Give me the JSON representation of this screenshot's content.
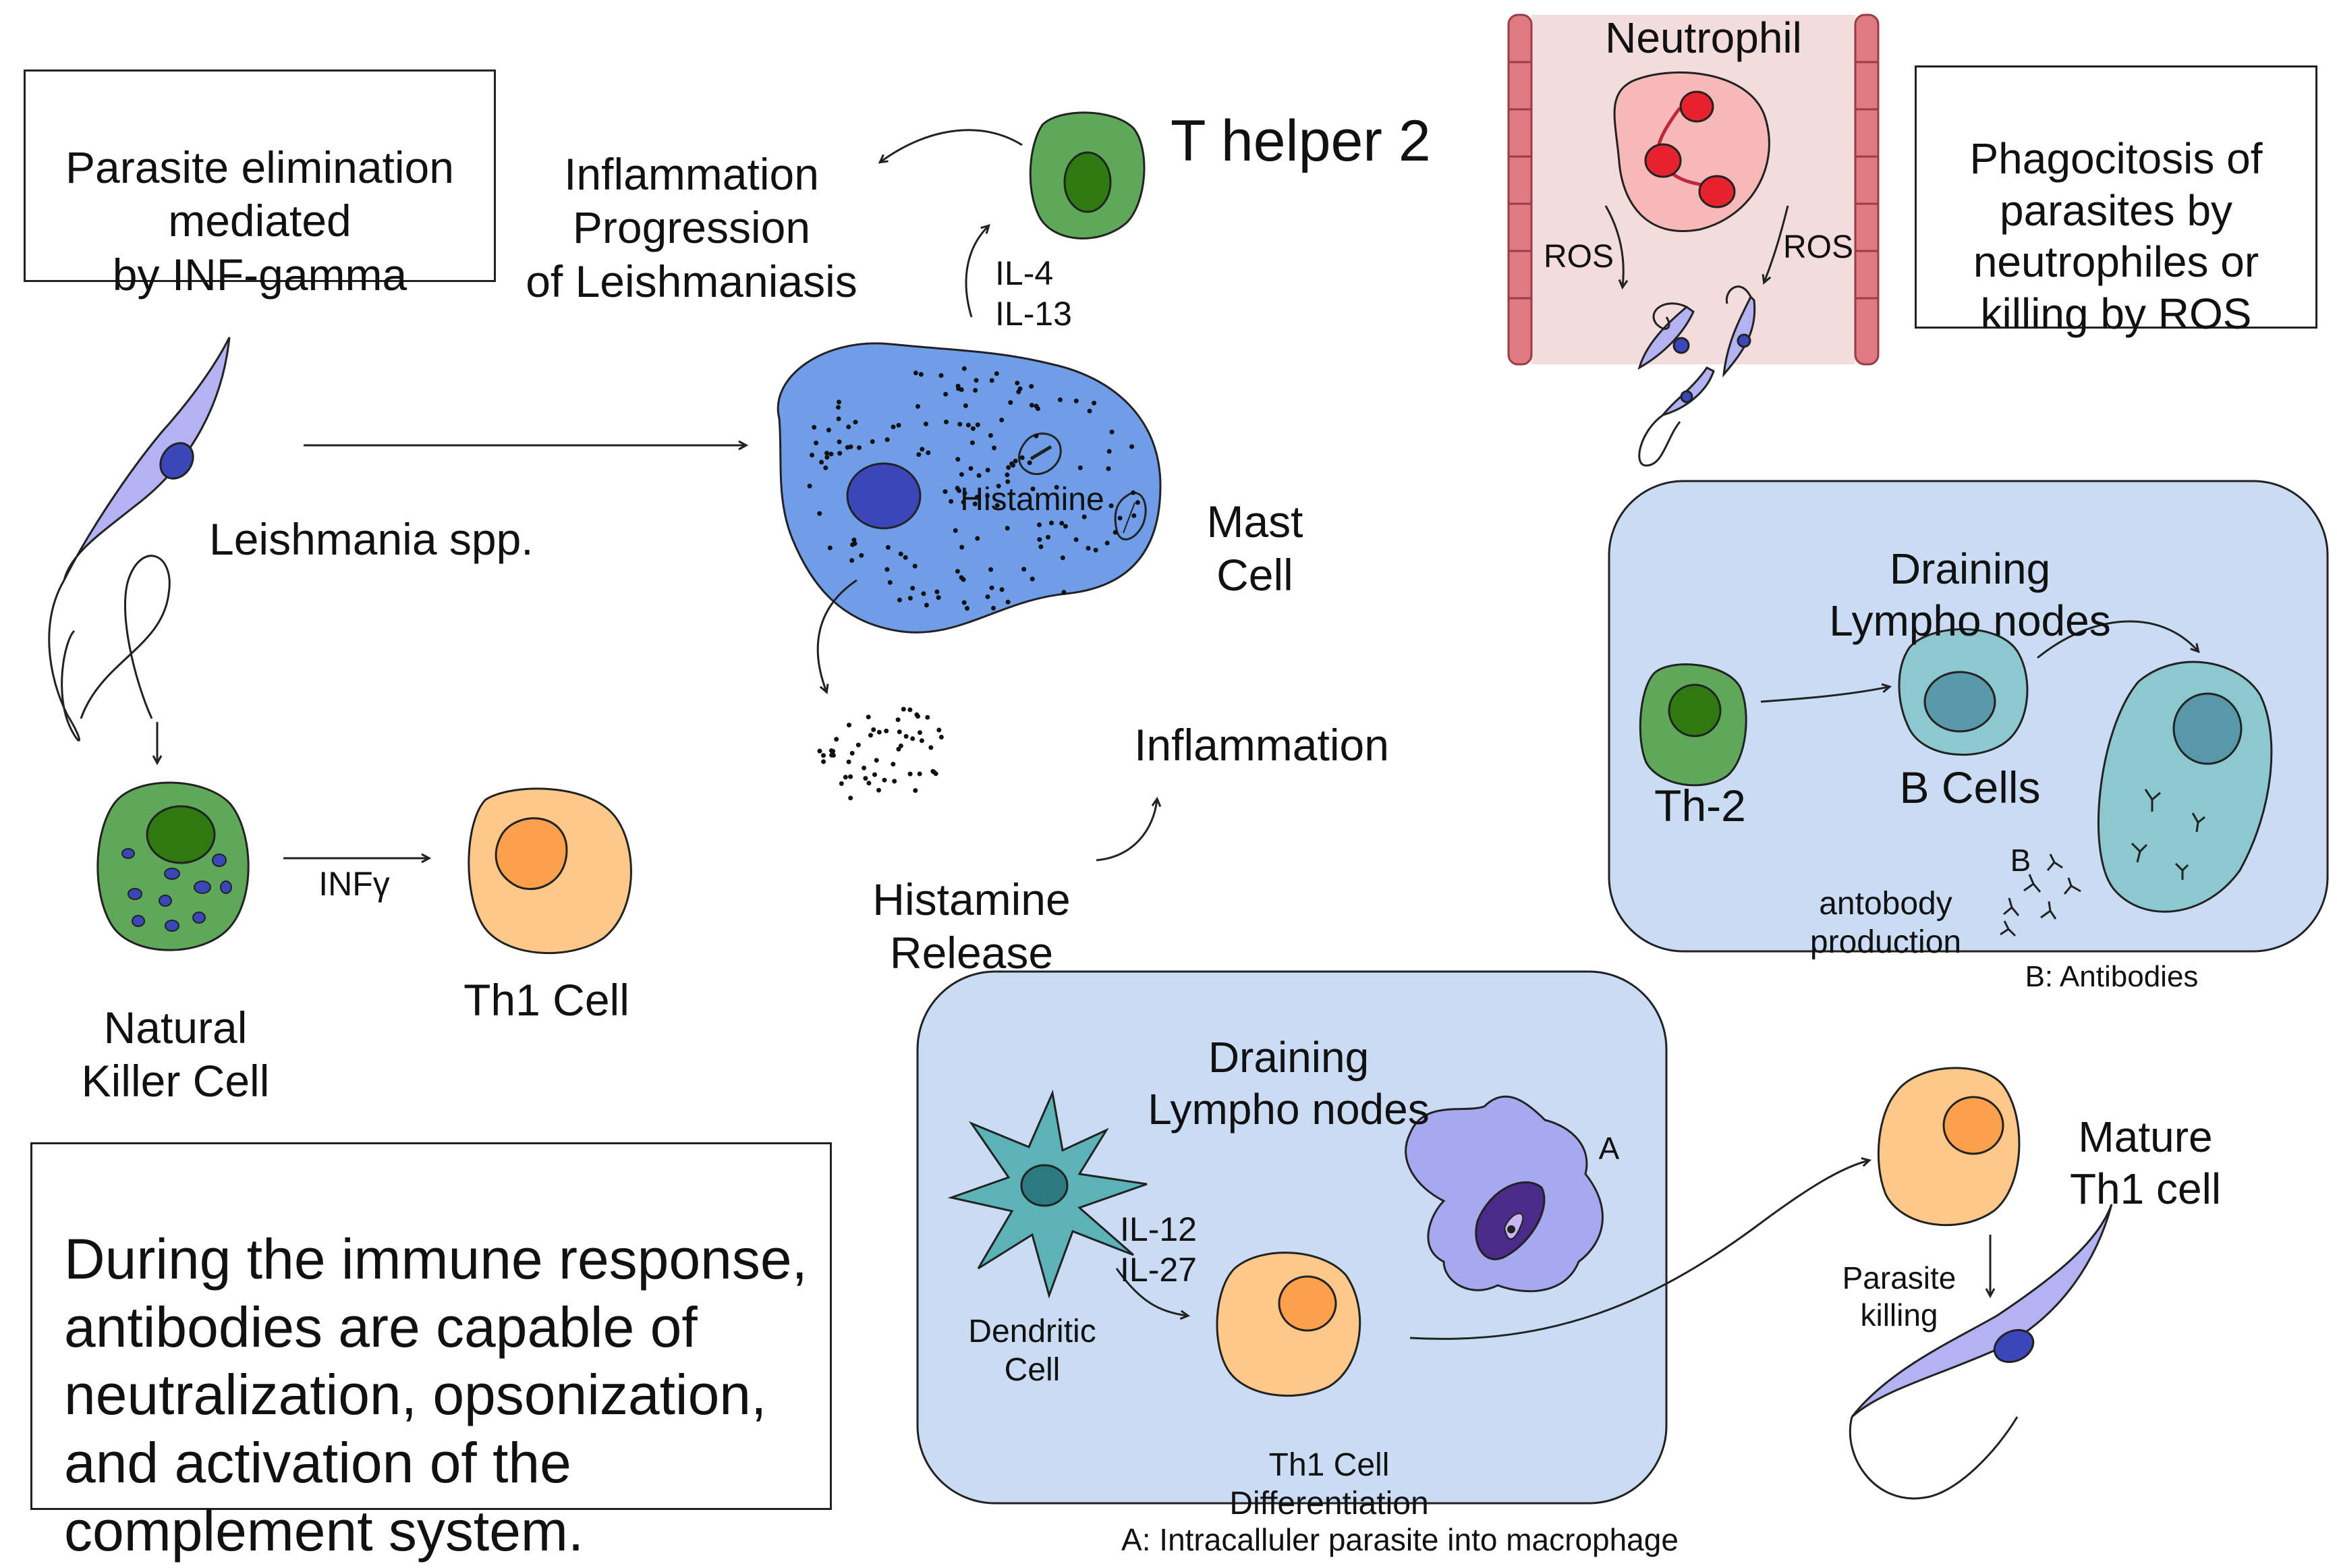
{
  "top_left_box": [
    "Parasite elimination",
    "mediated",
    "by INF-gamma"
  ],
  "inflammation_progression": [
    "Inflammation",
    "Progression",
    "of Leishmaniasis"
  ],
  "t_helper2_label": "T helper 2",
  "il4": "IL-4",
  "il13": "IL-13",
  "neutrophil_label": "Neutrophil",
  "ros_left": "ROS",
  "ros_right": "ROS",
  "phago_box": [
    "Phagocitosis of",
    "parasites by",
    "neutrophiles or",
    "killing by ROS"
  ],
  "leishmania_label": "Leishmania spp.",
  "mast_cell_label": [
    "Mast",
    "Cell"
  ],
  "histamine_label": "Histamine",
  "histamine_release": [
    "Histamine",
    "Release"
  ],
  "inflammation": "Inflammation",
  "nk_label": [
    "Natural",
    "Killer Cell"
  ],
  "infg": "INFγ",
  "th1_label": "Th1 Cell",
  "lymph_b": {
    "title": [
      "Draining",
      "Lympho nodes"
    ],
    "th2": "Th-2",
    "bcells": "B Cells",
    "antibody_production": [
      "antobody",
      "production"
    ],
    "b_letter": "B",
    "caption": "B: Antibodies"
  },
  "lymph_a": {
    "title": [
      "Draining",
      "Lympho nodes"
    ],
    "dendritic": [
      "Dendritic",
      "Cell"
    ],
    "il12": "IL-12",
    "il27": "IL-27",
    "a_letter": "A",
    "th1_diff": [
      "Th1 Cell",
      "Differentiation"
    ],
    "caption": "A: Intracalluler parasite into macrophage"
  },
  "mature_th1": [
    "Mature",
    "Th1 cell"
  ],
  "parasite_killing": [
    "Parasite",
    "killing"
  ],
  "bottom_box": [
    "During the immune response,",
    "antibodies are capable of",
    "neutralization, opsonization,",
    "and activation of the",
    "complement system."
  ],
  "colors": {
    "green_cell": "#5fa85a",
    "green_nucleus": "#2f7a10",
    "blue_mast": "#6f9de8",
    "nucleus_blue": "#3b47b8",
    "orange_cell": "#fdc98a",
    "orange_nucleus": "#fba04c",
    "lymph_box": "#c9dcf3",
    "vessel": "#f3dcdc",
    "vessel_wall": "#e07a82",
    "neutrophil": "#f7b8b8",
    "parasite_lilac": "#b3b2f2",
    "teal": "#8ec8cf",
    "dendritic": "#5cb3b6",
    "macrophage": "#a7a9f0",
    "mac_inner": "#4a2b8a"
  }
}
